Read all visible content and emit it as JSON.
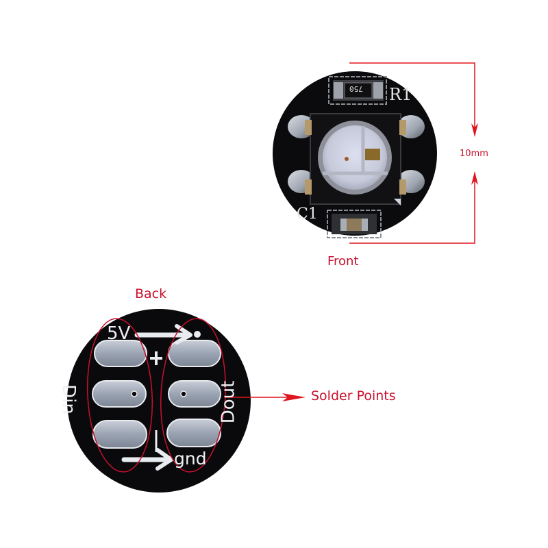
{
  "front": {
    "label": "Front",
    "resistor_code": "750",
    "resistor_ref": "R1",
    "capacitor_ref": "C1",
    "dimension": "10mm"
  },
  "back": {
    "label": "Back",
    "pin_5v": "5V",
    "pin_plus": "+",
    "pin_din": "Din",
    "pin_dout": "Dout",
    "pin_gnd": "gnd",
    "callout": "Solder Points"
  },
  "colors": {
    "annotation_red": "#d0101a",
    "board_black": "#0b0b0d",
    "pad_silver": "#a9b0bd"
  }
}
